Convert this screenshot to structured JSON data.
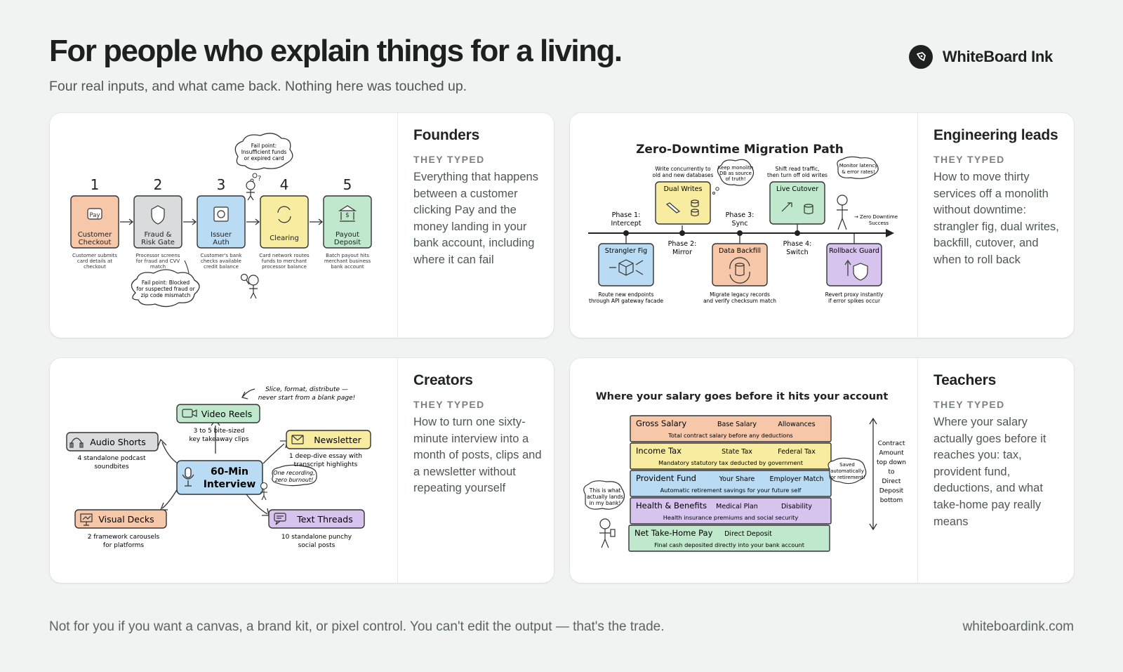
{
  "header": {
    "title": "For people who explain things for a living.",
    "subtitle": "Four real inputs, and what came back. Nothing here was touched up."
  },
  "brand": {
    "name": "WhiteBoard Ink",
    "logo_icon": "pen-nib-icon"
  },
  "label_typed": "THEY TYPED",
  "cards": {
    "founders": {
      "audience": "Founders",
      "typed": "Everything that happens between a customer clicking Pay and the money landing in your bank account, including where it can fail",
      "diagram": {
        "steps": [
          {
            "num": "1",
            "line1": "Customer",
            "line2": "Checkout",
            "icon_text": "Pay",
            "d1": "Customer submits",
            "d2": "card details at",
            "d3": "checkout"
          },
          {
            "num": "2",
            "line1": "Fraud &",
            "line2": "Risk Gate",
            "icon_text": "",
            "d1": "Processor screens",
            "d2": "for fraud and CVV",
            "d3": "match"
          },
          {
            "num": "3",
            "line1": "Issuer",
            "line2": "Auth",
            "icon_text": "",
            "d1": "Customer's bank",
            "d2": "checks available",
            "d3": "credit balance"
          },
          {
            "num": "4",
            "line1": "Clearing",
            "line2": "",
            "icon_text": "",
            "d1": "Card network routes",
            "d2": "funds to merchant",
            "d3": "processor balance"
          },
          {
            "num": "5",
            "line1": "Payout",
            "line2": "Deposit",
            "icon_text": "$",
            "d1": "Batch payout hits",
            "d2": "merchant business",
            "d3": "bank account"
          }
        ],
        "fail_top": [
          "Fail point:",
          "Insufficient funds",
          "or expired card"
        ],
        "fail_bottom": [
          "Fail point: Blocked",
          "for suspected fraud or",
          "zip code mismatch"
        ]
      }
    },
    "engineering": {
      "audience": "Engineering leads",
      "typed": "How to move thirty services off a monolith without downtime: strangler fig, dual writes, backfill, cutover, and when to roll back",
      "diagram": {
        "title": "Zero-Downtime Migration Path",
        "phases": [
          {
            "l1": "Phase 1:",
            "l2": "Intercept"
          },
          {
            "l1": "Phase 2:",
            "l2": "Mirror"
          },
          {
            "l1": "Phase 3:",
            "l2": "Sync"
          },
          {
            "l1": "Phase 4:",
            "l2": "Switch"
          }
        ],
        "top_boxes": [
          {
            "label": "Dual Writes",
            "n1": "Write concurrently to",
            "n2": "old and new databases"
          },
          {
            "label": "Live Cutover",
            "n1": "Shift read traffic,",
            "n2": "then turn off old writes"
          }
        ],
        "bottom_boxes": [
          {
            "label": "Strangler Fig",
            "n1": "Route new endpoints",
            "n2": "through API gateway facade"
          },
          {
            "label": "Data Backfill",
            "n1": "Migrate legacy records",
            "n2": "and verify checksum match"
          },
          {
            "label": "Rollback Guard",
            "n1": "Revert proxy instantly",
            "n2": "if error spikes occur"
          }
        ],
        "bubble_monolith": [
          "Keep monolith",
          "DB as source",
          "of truth!"
        ],
        "bubble_monitor": [
          "Monitor latency",
          "& error rates!"
        ],
        "success": [
          "→ Zero Downtime",
          "Success"
        ]
      }
    },
    "creators": {
      "audience": "Creators",
      "typed": "How to turn one sixty-minute interview into a month of posts, clips and a newsletter without repeating yourself",
      "diagram": {
        "center": [
          "60-Min",
          "Interview"
        ],
        "tip": [
          "Slice, format, distribute —",
          "never start from a blank page!"
        ],
        "bubble": [
          "One recording,",
          "zero burnout!"
        ],
        "nodes": [
          {
            "label": "Video Reels",
            "d1": "3 to 5 bite-sized",
            "d2": "key takeaway clips"
          },
          {
            "label": "Audio Shorts",
            "d1": "4 standalone podcast",
            "d2": "soundbites"
          },
          {
            "label": "Newsletter",
            "d1": "1 deep-dive essay with",
            "d2": "transcript highlights"
          },
          {
            "label": "Visual Decks",
            "d1": "2 framework carousels",
            "d2": "for platforms"
          },
          {
            "label": "Text Threads",
            "d1": "10 standalone punchy",
            "d2": "social posts"
          }
        ]
      }
    },
    "teachers": {
      "audience": "Teachers",
      "typed": "Where your salary actually goes before it reaches you: tax, provident fund, deductions, and what take-home pay really means",
      "diagram": {
        "title": "Where your salary goes before it hits your account",
        "layers": [
          {
            "label": "Gross Salary",
            "t1": "Base Salary",
            "t2": "Allowances",
            "desc": "Total contract salary before any deductions",
            "color": "#f6c7a9"
          },
          {
            "label": "Income Tax",
            "t1": "State Tax",
            "t2": "Federal Tax",
            "desc": "Mandatory statutory tax deducted by government",
            "color": "#f7eca0"
          },
          {
            "label": "Provident Fund",
            "t1": "Your Share",
            "t2": "Employer Match",
            "desc": "Automatic retirement savings for your future self",
            "color": "#b9dcf4"
          },
          {
            "label": "Health & Benefits",
            "t1": "Medical Plan",
            "t2": "Disability",
            "desc": "Health insurance premiums and social security",
            "color": "#d6c3ee"
          },
          {
            "label": "Net Take-Home Pay",
            "t1": "Direct Deposit",
            "t2": "",
            "desc": "Final cash deposited directly into your bank account",
            "color": "#bfe8cc"
          }
        ],
        "side_label": [
          "Contract",
          "Amount",
          "top down",
          "to",
          "Direct",
          "Deposit",
          "bottom"
        ],
        "bubble_left": [
          "This is what",
          "actually lands",
          "in my bank!"
        ],
        "bubble_right": [
          "Saved",
          "automatically",
          "for retirement!"
        ]
      }
    }
  },
  "footer": {
    "note": "Not for you if you want a canvas, a brand kit, or pixel control. You can't edit the output — that's the trade.",
    "url": "whiteboardink.com"
  },
  "colors": {
    "background": "#f1f3f2",
    "peach": "#f6c7a9",
    "gray": "#d9dcdc",
    "blue": "#b9dcf4",
    "yellow": "#f7eca0",
    "green": "#bfe8cc",
    "purple": "#d6c3ee"
  }
}
